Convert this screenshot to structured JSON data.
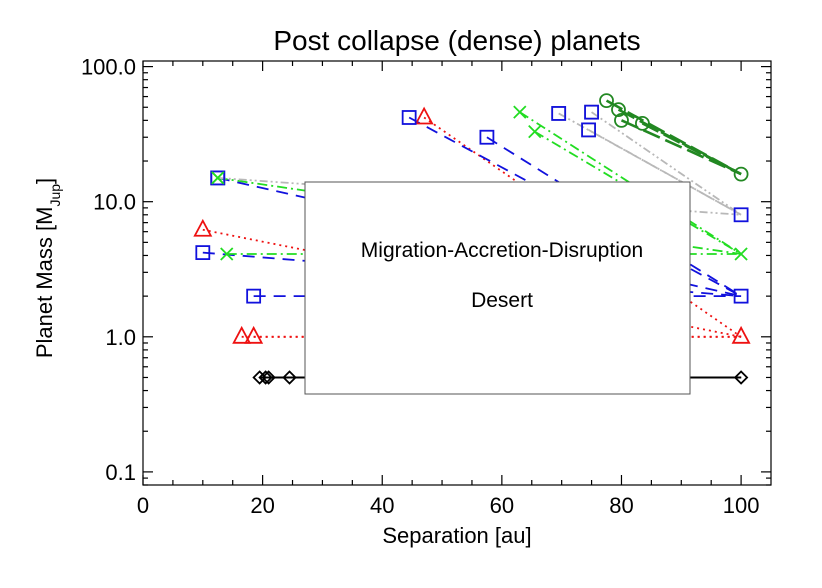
{
  "chart_data": {
    "type": "scatter",
    "title": "Post collapse (dense) planets",
    "xlabel": "Separation [au]",
    "ylabel_main": "Planet Mass [M",
    "ylabel_sub": "Jup",
    "ylabel_close": "]",
    "xlim": [
      0,
      105
    ],
    "ylim": [
      0.08,
      110
    ],
    "yscale": "log",
    "x_ticks": [
      0,
      20,
      40,
      60,
      80,
      100
    ],
    "x_tick_labels": [
      "0",
      "20",
      "40",
      "60",
      "80",
      "100"
    ],
    "y_ticks": [
      0.1,
      1.0,
      10.0,
      100.0
    ],
    "y_tick_labels": [
      "0.1",
      "1.0",
      "10.0",
      "100.0"
    ],
    "annotation_lines": [
      "Migration-Accretion-Disruption",
      "Desert"
    ],
    "colors": {
      "black": "#000000",
      "red": "#ee1111",
      "blue": "#1111dd",
      "green": "#22dd22",
      "darkgreen": "#228822",
      "gray": "#b8b8b8"
    },
    "series": [
      {
        "marker": "diamond",
        "color": "black",
        "linestyle": "solid",
        "points": [
          [
            20.5,
            0.5
          ],
          [
            100,
            0.5
          ]
        ]
      },
      {
        "marker": "diamond",
        "color": "black",
        "linestyle": "solid",
        "points": [
          [
            21,
            0.5
          ],
          [
            100,
            0.5
          ]
        ]
      },
      {
        "marker": "diamond",
        "color": "black",
        "linestyle": "solid",
        "points": [
          [
            19.5,
            0.5
          ],
          [
            100,
            0.5
          ]
        ]
      },
      {
        "marker": "diamond",
        "color": "black",
        "linestyle": "solid",
        "points": [
          [
            24.5,
            0.5
          ],
          [
            100,
            0.5
          ]
        ]
      },
      {
        "marker": "triangle",
        "color": "red",
        "linestyle": "dotted",
        "points": [
          [
            16.5,
            1.0
          ],
          [
            100,
            1.0
          ]
        ]
      },
      {
        "marker": "triangle",
        "color": "red",
        "linestyle": "dotted",
        "points": [
          [
            18.5,
            1.0
          ],
          [
            100,
            1.0
          ]
        ]
      },
      {
        "marker": "triangle",
        "color": "red",
        "linestyle": "dotted",
        "points": [
          [
            10,
            6.2
          ],
          [
            100,
            1.0
          ]
        ]
      },
      {
        "marker": "triangle",
        "color": "red",
        "linestyle": "dotted",
        "points": [
          [
            47,
            42
          ],
          [
            100,
            1.0
          ]
        ]
      },
      {
        "marker": "square",
        "color": "blue",
        "linestyle": "dashed",
        "points": [
          [
            18.5,
            2.0
          ],
          [
            100,
            2.0
          ]
        ]
      },
      {
        "marker": "square",
        "color": "blue",
        "linestyle": "dashed",
        "points": [
          [
            10,
            4.2
          ],
          [
            100,
            2.0
          ]
        ]
      },
      {
        "marker": "square",
        "color": "blue",
        "linestyle": "dashed",
        "points": [
          [
            44.5,
            42
          ],
          [
            100,
            2.0
          ]
        ]
      },
      {
        "marker": "square",
        "color": "blue",
        "linestyle": "dashed",
        "points": [
          [
            57.5,
            30
          ],
          [
            100,
            2.0
          ]
        ]
      },
      {
        "marker": "square",
        "color": "blue",
        "linestyle": "dashed",
        "points": [
          [
            12.5,
            15
          ],
          [
            100,
            2.0
          ]
        ]
      },
      {
        "marker": "x",
        "color": "green",
        "linestyle": "dashdot",
        "points": [
          [
            14,
            4.1
          ],
          [
            100,
            4.1
          ]
        ]
      },
      {
        "marker": "x",
        "color": "green",
        "linestyle": "dashdot",
        "points": [
          [
            12.5,
            15
          ],
          [
            100,
            4.1
          ]
        ]
      },
      {
        "marker": "x",
        "color": "green",
        "linestyle": "dashdot",
        "points": [
          [
            63,
            46
          ],
          [
            100,
            4.1
          ]
        ]
      },
      {
        "marker": "x",
        "color": "green",
        "linestyle": "dashdot",
        "points": [
          [
            65.5,
            33
          ],
          [
            100,
            4.1
          ]
        ]
      },
      {
        "marker": "square",
        "color": "gray",
        "linestyle": "dashdotdot",
        "points": [
          [
            12.5,
            15
          ],
          [
            100,
            8.0
          ]
        ]
      },
      {
        "marker": "square",
        "color": "gray",
        "linestyle": "dashdotdot",
        "points": [
          [
            69.5,
            45
          ],
          [
            100,
            8.0
          ]
        ]
      },
      {
        "marker": "square",
        "color": "gray",
        "linestyle": "dashdotdot",
        "points": [
          [
            74.5,
            34
          ],
          [
            100,
            8.0
          ]
        ]
      },
      {
        "marker": "square",
        "color": "gray",
        "linestyle": "dashdotdot",
        "points": [
          [
            75,
            46
          ],
          [
            100,
            8.0
          ]
        ]
      },
      {
        "marker": "circle",
        "color": "darkgreen",
        "linestyle": "longdash",
        "points": [
          [
            77.5,
            56
          ],
          [
            100,
            16
          ]
        ]
      },
      {
        "marker": "circle",
        "color": "darkgreen",
        "linestyle": "longdash",
        "points": [
          [
            79.5,
            48
          ],
          [
            100,
            16
          ]
        ]
      },
      {
        "marker": "circle",
        "color": "darkgreen",
        "linestyle": "longdash",
        "points": [
          [
            80,
            40
          ],
          [
            100,
            16
          ]
        ]
      },
      {
        "marker": "circle",
        "color": "darkgreen",
        "linestyle": "longdash",
        "points": [
          [
            83.5,
            38
          ],
          [
            100,
            16
          ]
        ]
      }
    ],
    "endpoint_markers": [
      {
        "marker": "diamond",
        "color": "black",
        "point": [
          100,
          0.5
        ]
      },
      {
        "marker": "triangle",
        "color": "red",
        "point": [
          100,
          1.0
        ]
      },
      {
        "marker": "square",
        "color": "blue",
        "point": [
          100,
          2.0
        ]
      },
      {
        "marker": "x",
        "color": "green",
        "point": [
          100,
          4.1
        ]
      },
      {
        "marker": "square",
        "color": "blue",
        "point": [
          100,
          8.0
        ]
      },
      {
        "marker": "circle",
        "color": "darkgreen",
        "point": [
          100,
          16
        ]
      }
    ],
    "overlay_markers": [
      {
        "marker": "square",
        "color": "blue",
        "point": [
          12.5,
          15
        ]
      },
      {
        "marker": "x",
        "color": "green",
        "point": [
          12.5,
          15
        ]
      },
      {
        "marker": "square",
        "color": "blue",
        "point": [
          69.5,
          45
        ]
      },
      {
        "marker": "square",
        "color": "blue",
        "point": [
          74.5,
          34
        ]
      },
      {
        "marker": "square",
        "color": "blue",
        "point": [
          75,
          46
        ]
      }
    ]
  }
}
